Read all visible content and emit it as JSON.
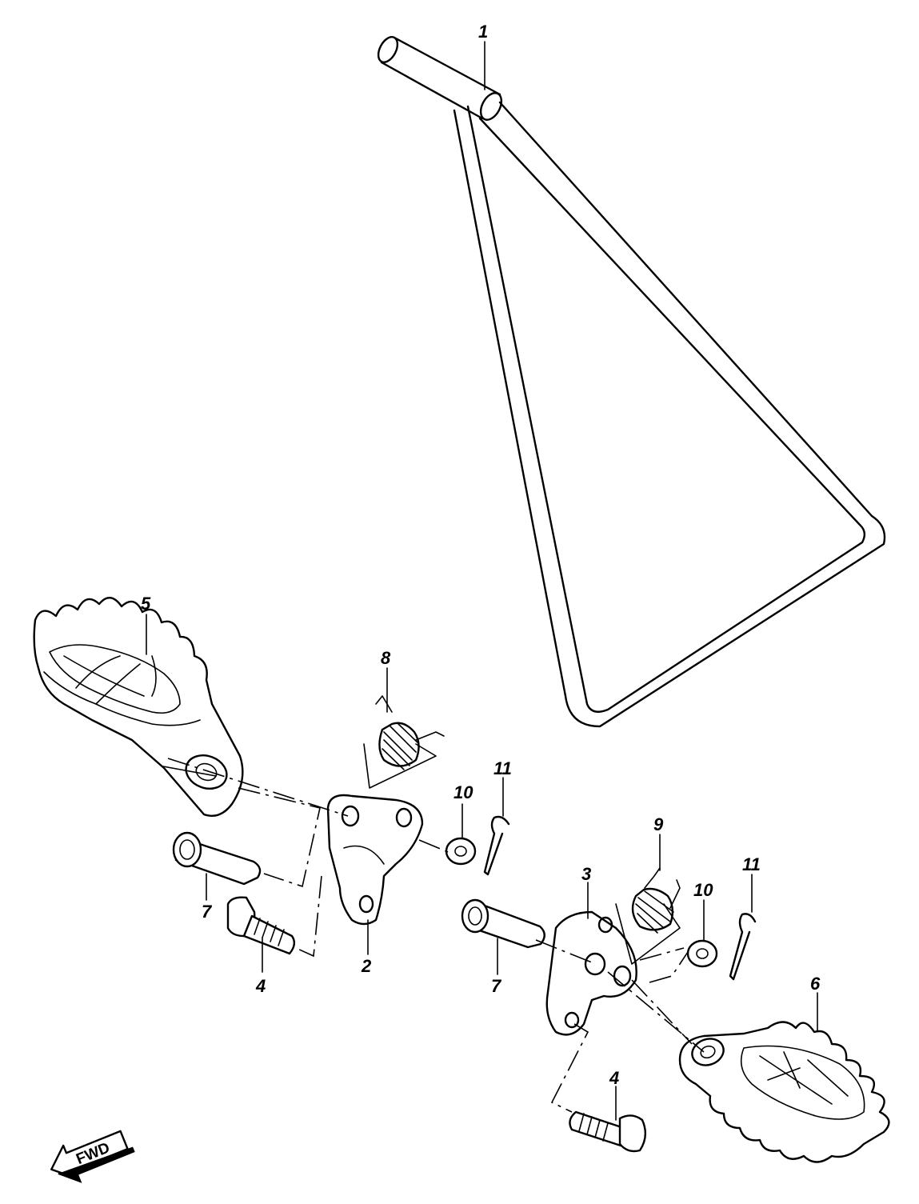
{
  "diagram": {
    "callouts": [
      {
        "id": "c1",
        "label": "1"
      },
      {
        "id": "c2",
        "label": "2"
      },
      {
        "id": "c3",
        "label": "3"
      },
      {
        "id": "c4a",
        "label": "4"
      },
      {
        "id": "c4b",
        "label": "4"
      },
      {
        "id": "c5",
        "label": "5"
      },
      {
        "id": "c6",
        "label": "6"
      },
      {
        "id": "c7a",
        "label": "7"
      },
      {
        "id": "c7b",
        "label": "7"
      },
      {
        "id": "c8",
        "label": "8"
      },
      {
        "id": "c9",
        "label": "9"
      },
      {
        "id": "c10a",
        "label": "10"
      },
      {
        "id": "c10b",
        "label": "10"
      },
      {
        "id": "c11a",
        "label": "11"
      },
      {
        "id": "c11b",
        "label": "11"
      }
    ],
    "direction_label": "FWD"
  }
}
